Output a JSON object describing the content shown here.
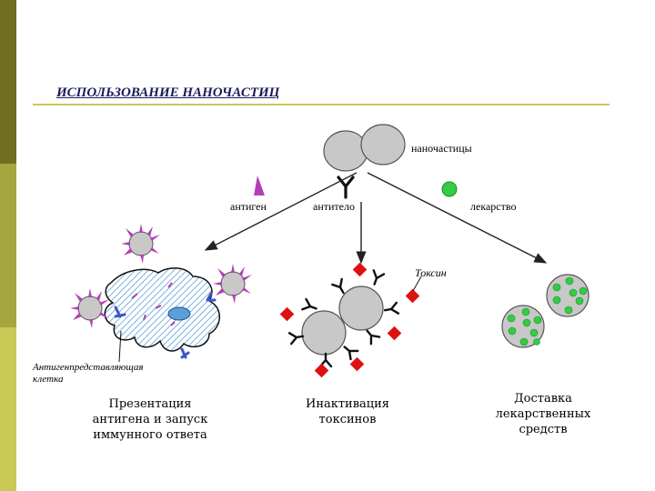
{
  "title": "ИСПОЛЬЗОВАНИЕ НАНОЧАСТИЦ",
  "labels": {
    "nanoparticles": "наночастицы",
    "antigen": "антиген",
    "antibody": "антитело",
    "drug": "лекарство",
    "toxin": "Токсин",
    "apc_line1": "Антигенпредставляющая",
    "apc_line2": "клетка"
  },
  "captions": {
    "left": [
      "Презентация",
      "антигена и запуск",
      "иммунного ответа"
    ],
    "middle": [
      "Инактивация",
      "токсинов"
    ],
    "right": [
      "Доставка",
      "лекарственных",
      "средств"
    ]
  },
  "colors": {
    "sidebar_top": "#6f6f1f",
    "sidebar_mid": "#a6a640",
    "sidebar_bottom": "#c9c957",
    "title_text": "#1a1a5a",
    "particle_fill": "#c8c8c8",
    "antigen_spike": "#b23fb5",
    "drug_green": "#33cc44",
    "toxin_red": "#dd1111",
    "apc_stripe": "#5b9fd6",
    "receptor_blue": "#3a57c9"
  }
}
